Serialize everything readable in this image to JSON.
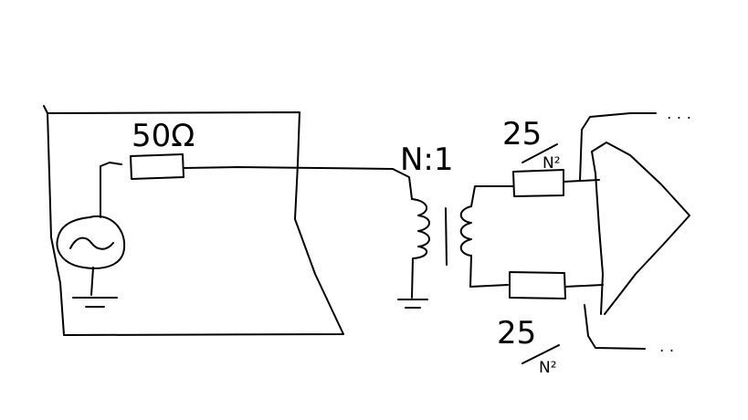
{
  "labels": {
    "source_resistor": "50Ω",
    "transformer_ratio": "N:1",
    "top_resistor_value": "25",
    "top_resistor_divisor": "N²",
    "bottom_resistor_value": "25",
    "bottom_resistor_divisor": "N²",
    "top_output_dots": ". . .",
    "bottom_output_dots": ". ."
  },
  "colors": {
    "ink": "#000000",
    "background": "#ffffff"
  }
}
